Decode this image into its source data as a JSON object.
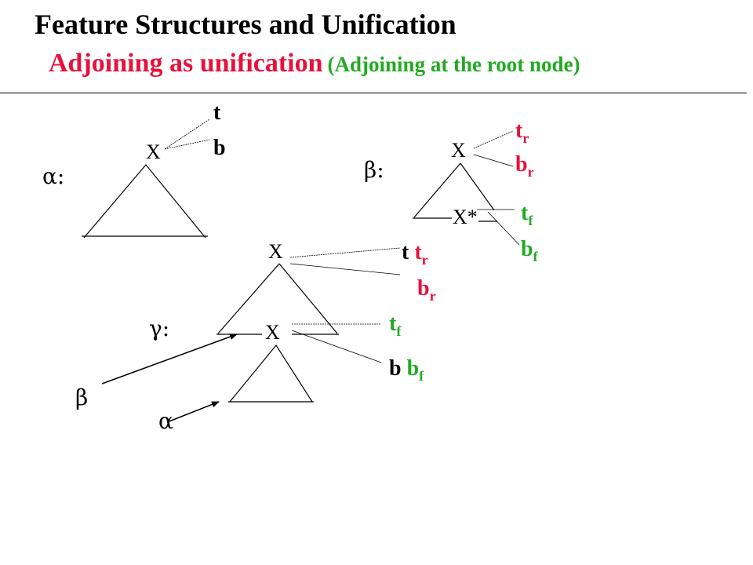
{
  "header": {
    "title": "Feature Structures and Unification",
    "subtitle": "Adjoining as unification",
    "subtitle_paren": "(Adjoining at the root node)"
  },
  "colors": {
    "black": "#000000",
    "red": "#e8113b",
    "green": "#22aa22"
  },
  "alpha_tree": {
    "name_label": "α:",
    "node": "X",
    "top_feature": "t",
    "bottom_feature": "b"
  },
  "beta_tree": {
    "name_label": "β:",
    "root_node": "X",
    "foot_node": "X*",
    "root_top": {
      "base": "t",
      "sub": "r"
    },
    "root_bottom": {
      "base": "b",
      "sub": "r"
    },
    "foot_top": {
      "base": "t",
      "sub": "f"
    },
    "foot_bottom": {
      "base": "b",
      "sub": "f"
    }
  },
  "gamma_tree": {
    "name_label": "γ:",
    "upper_node": "X",
    "lower_node": "X",
    "upper_top": {
      "left": "t ",
      "op": "",
      "right": " t",
      "sub": "r"
    },
    "upper_bottom": {
      "base": "b",
      "sub": "r"
    },
    "lower_top": {
      "base": "t",
      "sub": "f"
    },
    "lower_bottom": {
      "left": "b ",
      "op": "",
      "right": " b",
      "sub": "f"
    },
    "beta_pointer": "β",
    "alpha_pointer": "α"
  }
}
